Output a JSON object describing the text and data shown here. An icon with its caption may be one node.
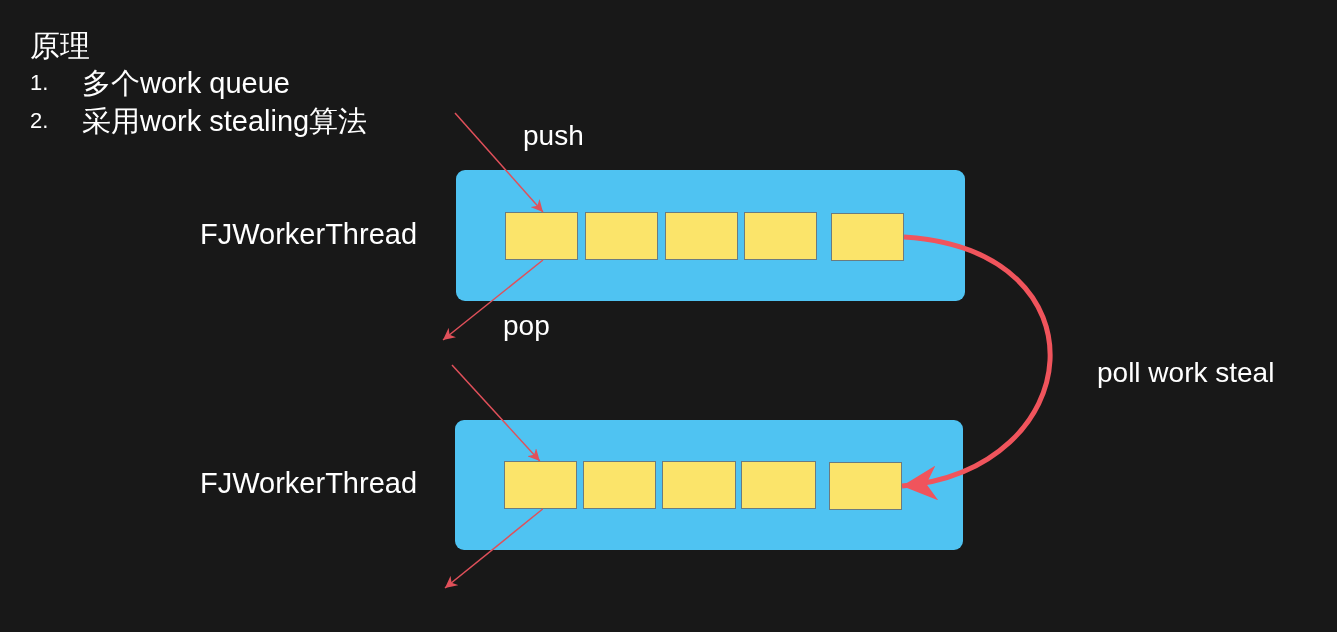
{
  "diagram": {
    "nodes": [
      {
        "text": [
          "FJWorkerThread"
        ]
      },
      {
        "text": [],
        "shape": "box",
        "in": 0
      },
      {
        "text": [],
        "shape": "box",
        "in": 0
      },
      {
        "text": [],
        "shape": "box",
        "in": 0
      },
      {
        "text": [],
        "shape": "box",
        "in": 0
      },
      {
        "text": [],
        "shape": "box",
        "in": 0
      },
      {
        "text": [
          "FJWorkerThread"
        ]
      },
      {
        "text": [],
        "shape": "box",
        "in": 6
      },
      {
        "text": [],
        "shape": "box",
        "in": 6
      },
      {
        "text": [],
        "shape": "box",
        "in": 6
      },
      {
        "text": [],
        "shape": "box",
        "in": 6
      },
      {
        "text": [],
        "shape": "box",
        "in": 6
      }
    ],
    "edges": [
      {
        "from": null,
        "to": 1,
        "arrow": "to",
        "label": "push"
      },
      {
        "from": 1,
        "to": null,
        "arrow": "to",
        "label": "pop"
      },
      {
        "from": null,
        "to": 7,
        "arrow": "to"
      },
      {
        "from": 7,
        "to": null,
        "arrow": "to"
      },
      {
        "from": 5,
        "to": 11,
        "arrow": "to",
        "label": "poll work steal",
        "style": "thick",
        "color": "#f0545c"
      }
    ],
    "labels": [
      "原理",
      "1.",
      "多个work queue",
      "2.",
      "采用work stealing算法"
    ]
  }
}
